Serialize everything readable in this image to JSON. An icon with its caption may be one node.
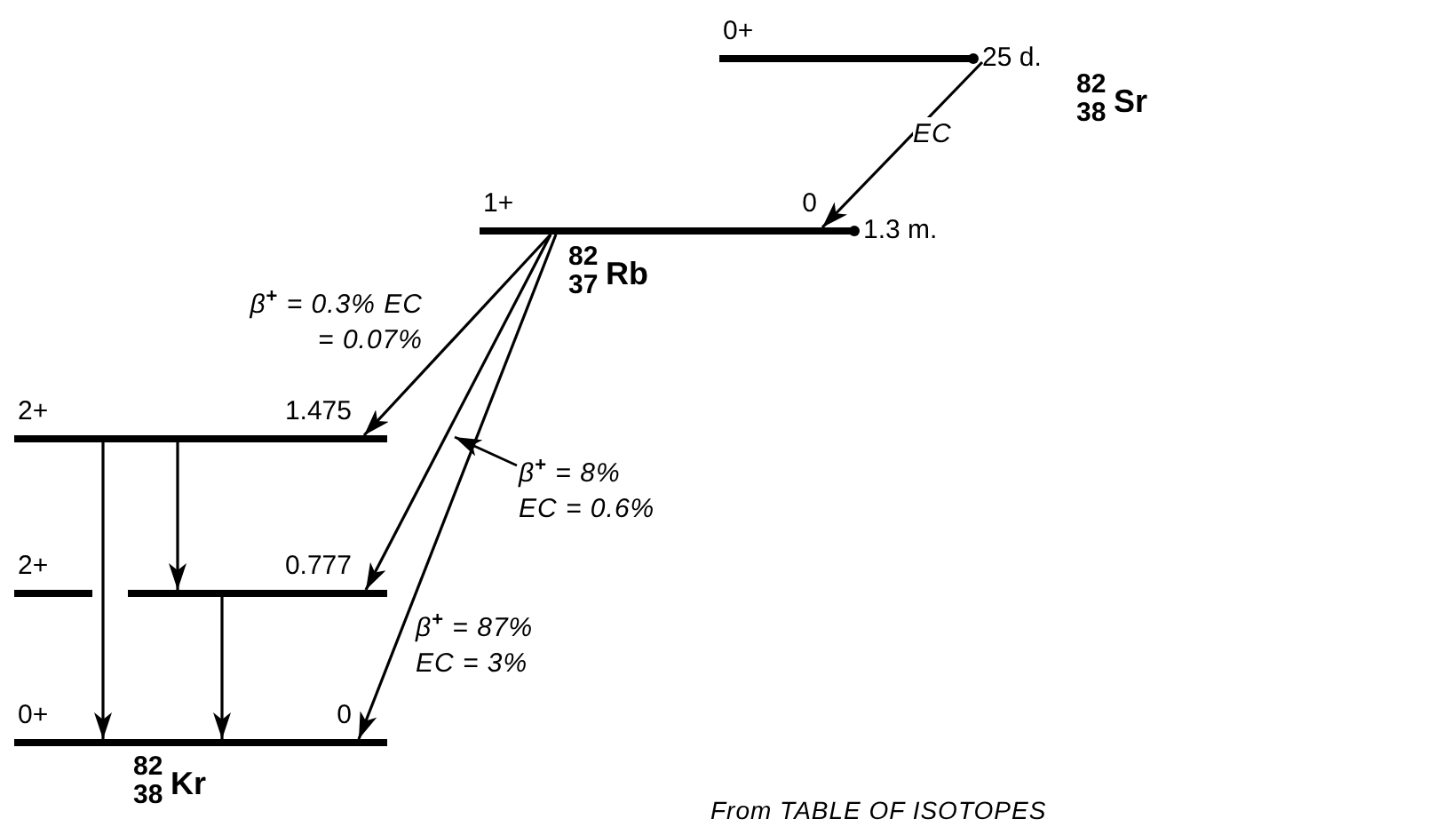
{
  "diagram": {
    "caption": "From TABLE OF ISOTOPES",
    "nodes": [
      {
        "text": [
          "0+"
        ],
        "beside": [
          "25 d."
        ]
      },
      {
        "text": [
          "1+",
          "0"
        ],
        "beside": [
          "1.3 m."
        ]
      },
      {
        "text": [
          "2+",
          "1.475"
        ]
      },
      {
        "text": [
          "2+",
          "0.777"
        ]
      },
      {
        "text": [
          "0+",
          "0"
        ]
      }
    ],
    "edges": [
      {
        "from": 0,
        "to": 1,
        "arrow": "to",
        "label": "EC"
      },
      {
        "from": 1,
        "to": 2,
        "arrow": "to",
        "label": "β$^{+}$ = 0.3% EC = 0.07%"
      },
      {
        "from": 1,
        "to": 3,
        "arrow": "to",
        "label": "β$^{+}$ = 8% EC = 0.6%"
      },
      {
        "from": 1,
        "to": 4,
        "arrow": "to",
        "label": "β$^{+}$ = 87% EC = 3%"
      },
      {
        "from": 2,
        "to": 4,
        "arrow": "to"
      },
      {
        "from": 2,
        "to": 3,
        "arrow": "to"
      },
      {
        "from": 3,
        "to": 4,
        "arrow": "to"
      }
    ],
    "labels": [
      "$^{82}$$_{38}$Sr",
      "$^{82}$$_{37}$Rb",
      "$^{82}$$_{38}$Kr"
    ]
  }
}
